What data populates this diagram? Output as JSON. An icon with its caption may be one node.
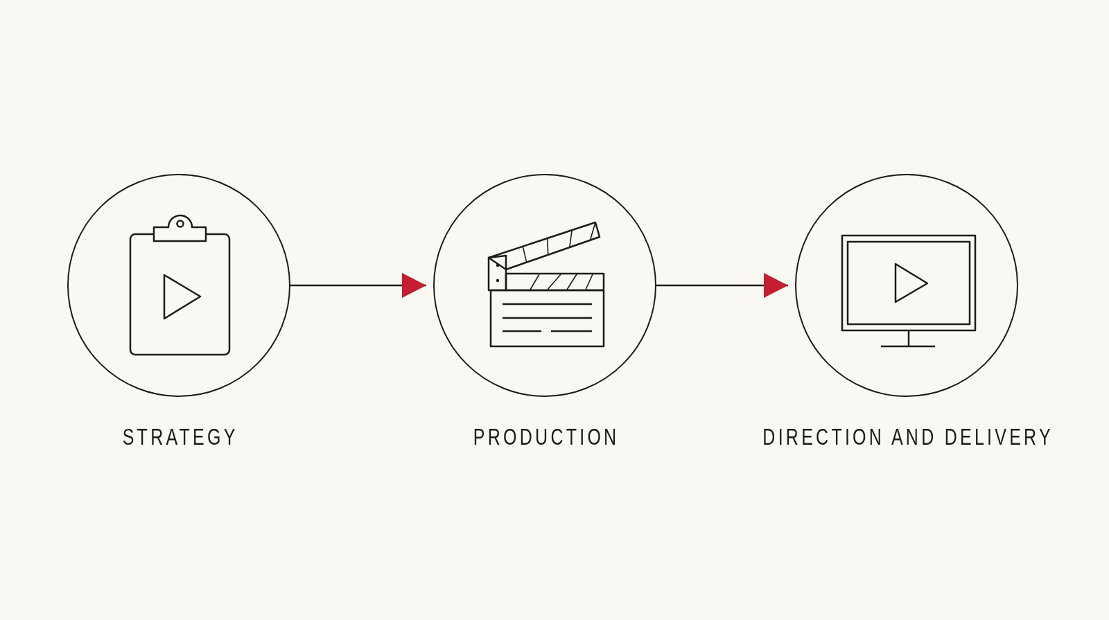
{
  "diagram": {
    "nodes": [
      {
        "text": [
          "STRATEGY"
        ]
      },
      {
        "text": [
          "PRODUCTION"
        ]
      },
      {
        "text": [
          "DIRECTION AND DELIVERY"
        ]
      }
    ],
    "edges": [
      {
        "from": 0,
        "to": 1,
        "arrow": "to"
      },
      {
        "from": 1,
        "to": 2,
        "arrow": "to"
      }
    ]
  }
}
